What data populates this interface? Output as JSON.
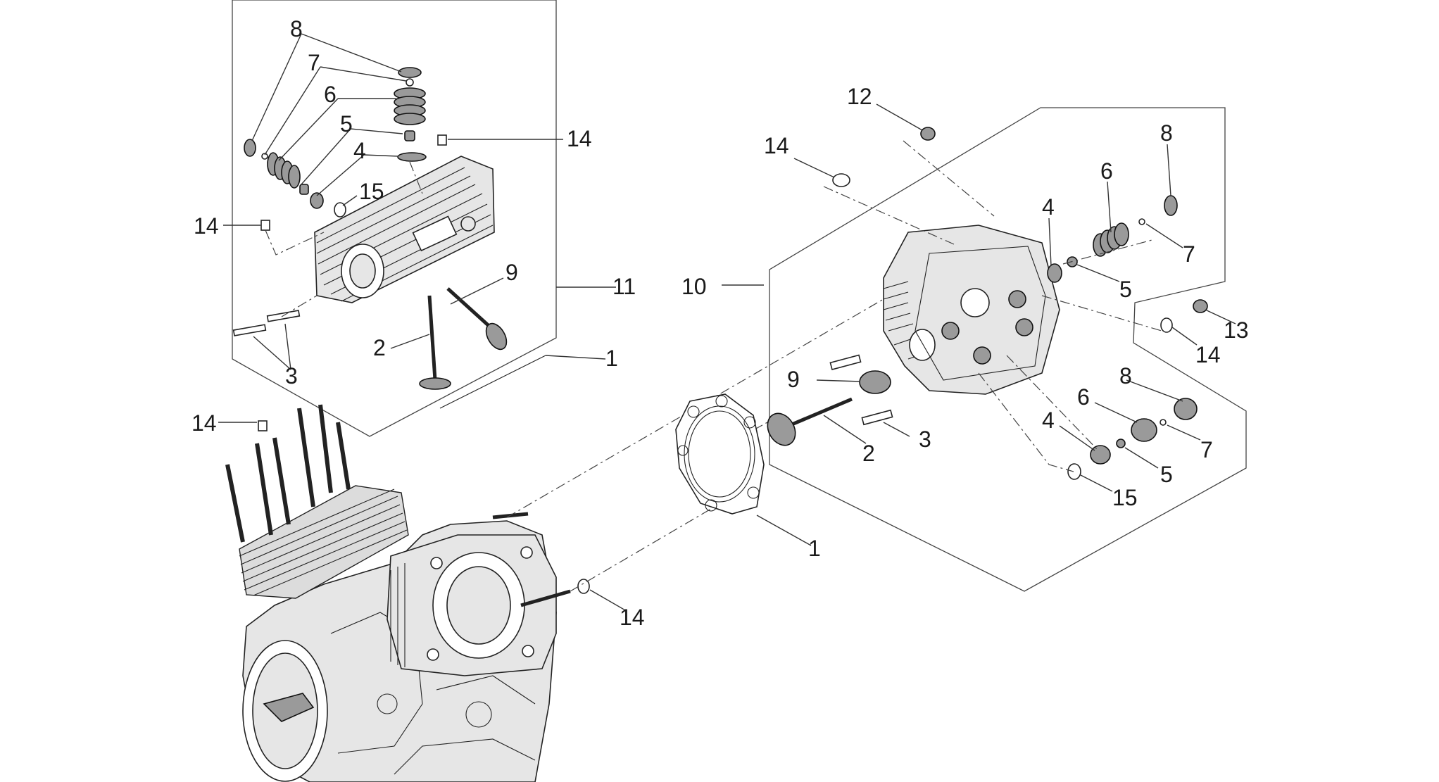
{
  "callouts": {
    "left_cyl": {
      "c8": "8",
      "c7": "7",
      "c6": "6",
      "c5": "5",
      "c4": "4",
      "c15": "15",
      "c14_top": "14",
      "c14_left": "14",
      "c9": "9",
      "c11": "11",
      "c2": "2",
      "c1": "1",
      "c3": "3"
    },
    "right_cyl": {
      "c12": "12",
      "c14_top": "14",
      "c8": "8",
      "c6": "6",
      "c4": "4",
      "c7": "7",
      "c5": "5",
      "c10": "10",
      "c13": "13",
      "c14_right": "14",
      "c9": "9",
      "c8b": "8",
      "c6b": "6",
      "c7b": "7",
      "c4b": "4",
      "c5b": "5",
      "c2": "2",
      "c3": "3",
      "c15": "15",
      "c1": "1"
    },
    "engine": {
      "c14_left": "14",
      "c14_bottom": "14"
    }
  }
}
